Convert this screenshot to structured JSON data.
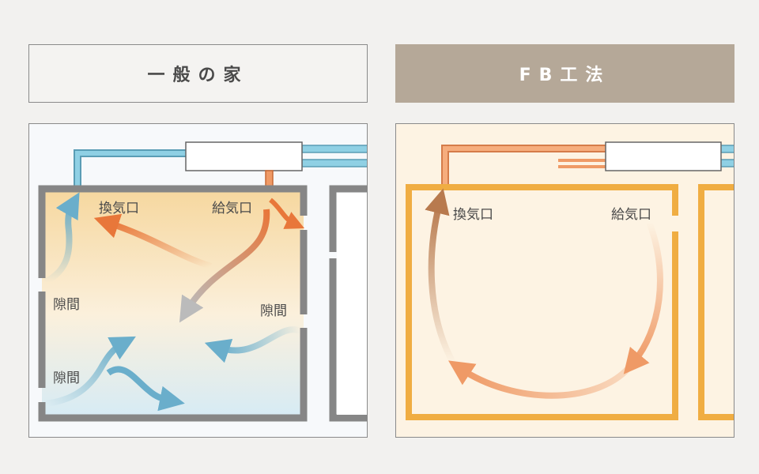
{
  "titles": {
    "left": "一般の家",
    "right": "FB工法"
  },
  "left_diagram": {
    "labels": {
      "exhaust": "換気口",
      "supply": "給気口",
      "gap_upper": "隙間",
      "gap_right": "隙間",
      "gap_lower": "隙間"
    }
  },
  "right_diagram": {
    "labels": {
      "exhaust": "換気口",
      "supply": "給気口"
    }
  },
  "colors": {
    "wall_gray": "#868686",
    "wall_orange": "#f0ad42",
    "duct_blue": "#76bfd6",
    "duct_orange": "#ef9a66",
    "arrow_orange": "#e8773a",
    "arrow_blue": "#6aaecb",
    "arrow_brown": "#b87a4e"
  }
}
